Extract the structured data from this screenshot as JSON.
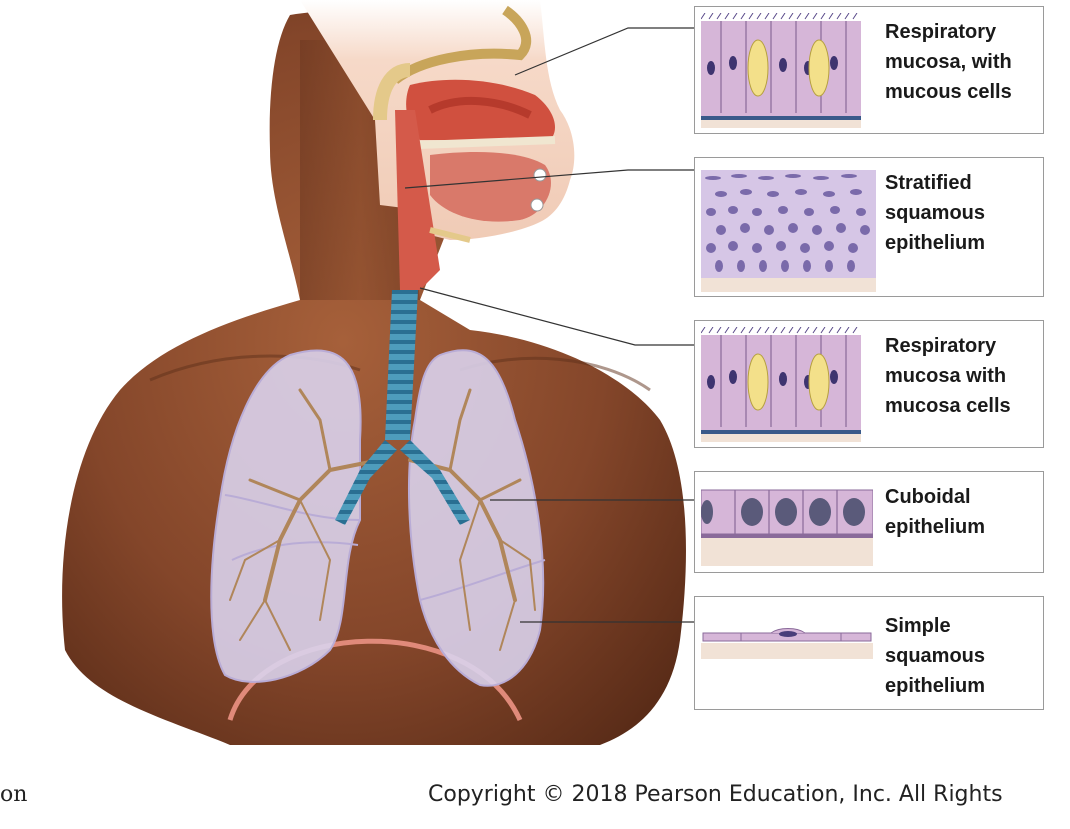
{
  "diagram": {
    "labels": [
      {
        "lines": [
          "Respiratory",
          "mucosa, with",
          "mucous cells"
        ]
      },
      {
        "lines": [
          "Stratified",
          "squamous",
          "epithelium"
        ]
      },
      {
        "lines": [
          "Respiratory",
          "mucosa with",
          "mucosa cells"
        ]
      },
      {
        "lines": [
          "Cuboidal",
          "epithelium"
        ]
      },
      {
        "lines": [
          "Simple",
          "squamous",
          "epithelium"
        ]
      }
    ]
  },
  "footer": {
    "left_text": "on",
    "copyright": "Copyright © 2018 Pearson Education, Inc. All Rights"
  },
  "colors": {
    "skin": "#8a4a26",
    "lung": "#d9d2ec",
    "trachea": "#3f8fb0",
    "nasal": "#d45a4a",
    "epithelium": "#d6b6d8",
    "nucleus": "#4a3e7a",
    "goblet": "#f3e08a"
  }
}
